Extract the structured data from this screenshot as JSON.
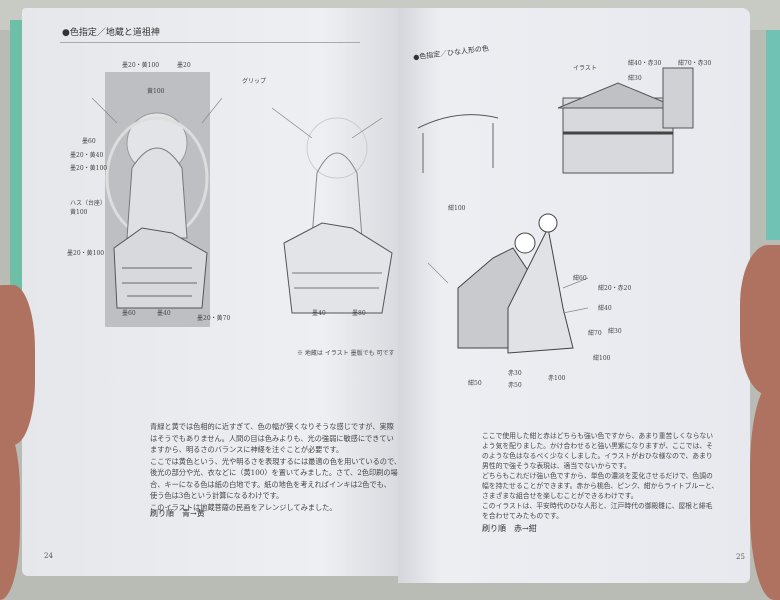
{
  "left_page": {
    "header": "●色指定／地蔵と道祖神",
    "labels": [
      "墨20・黄100",
      "墨20",
      "黄100",
      "墨60",
      "墨20・黄40",
      "墨20・黄100",
      "ハス（台座）黄100",
      "墨20・黄100",
      "墨60",
      "墨40",
      "墨20・黄70",
      "グリップ",
      "墨40",
      "墨80"
    ],
    "note": "※ 地蔵は イラスト 墨版でも 可です",
    "paragraph": [
      "青緑と黄では色相的に近すぎて、色の幅が狭くなりそうな感じですが、実際",
      "はそうでもありません。人間の目は色みよりも、光の強弱に敏感にできてい",
      "ますから、明るさのバランスに神経を注ぐことが必要です。",
      "ここでは黄色という、光や明るさを表現するには最適の色を用いているので、",
      "後光の部分や光、衣などに（黄100）を置いてみました。さて、2色印刷の場",
      "合、キーになる色は紙の白地です。紙の地色を考えればインキは2色でも、",
      "使う色は3色という計算になるわけです。",
      "このイラストは地蔵菩薩の民画をアレンジしてみました。"
    ],
    "print_order": "刷り順　青→黄",
    "page_number": "24"
  },
  "right_page": {
    "header": "●色指定／ひな人形の色",
    "labels": [
      "イラスト",
      "紺40・赤30",
      "紺30",
      "紺70・赤30",
      "紺100",
      "紺60",
      "紺40",
      "紺20・赤20",
      "紺30",
      "紺70",
      "紺100",
      "紺50",
      "赤30",
      "赤50",
      "赤100"
    ],
    "paragraph": [
      "ここで使用した紺と赤はどちらも強い色ですから、あまり重苦しくならない",
      "よう気を配りました。かけ合わせると強い黒紫になりますが、ここでは、そ",
      "のような色はなるべく少なくしました。イラストがおひな様なので、あまり",
      "男性的で強そうな表現は、適当でないからです。",
      "どちらもこれだけ強い色ですから、単色の濃淡を変化させるだけで、色調の",
      "幅を持たせることができます。赤から桃色、ピンク、紺からライトブルーと、",
      "さまざまな組合せを楽しむことができるわけです。",
      "このイラストは、平安時代のひな人形と、江戸時代の御殿雛に、屋根と緋毛",
      "を合わせてみたものです。"
    ],
    "print_order": "刷り順　赤→紺",
    "page_number": "25"
  }
}
